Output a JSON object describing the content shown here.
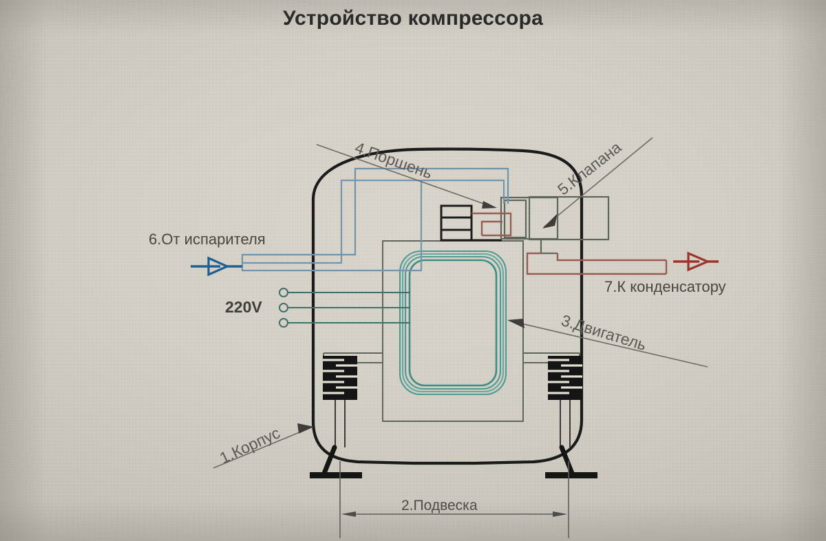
{
  "title": "Устройство компрессора",
  "labels": {
    "body": "1.Корпус",
    "suspension": "2.Подвеска",
    "motor": "3.Двигатель",
    "piston": "4.Поршень",
    "valves": "5.Клапана",
    "from_evaporator": "6.От испарителя",
    "to_condenser": "7.К конденсатору",
    "voltage": "220V"
  },
  "colors": {
    "background": "#d8d4ca",
    "title_text": "#232323",
    "label_text": "#4b4a47",
    "shell_outline": "#1b1b1b",
    "suction_tube": "#6f93ab",
    "suction_arrow": "#1f5f93",
    "discharge_tube": "#9a5a52",
    "discharge_arrow": "#9b342b",
    "motor_coil": "#4e9a93",
    "frame_line": "#5a6359",
    "spring_fill": "#151515",
    "dimension_line": "#5d5c58"
  },
  "icons": {
    "inlet_arrow": "arrow-right-icon",
    "outlet_arrow": "arrow-right-icon",
    "dimension_arrow_left": "arrow-left-icon",
    "dimension_arrow_right": "arrow-right-icon"
  },
  "parts": {
    "shell": "compressor-shell",
    "motor": "motor-winding",
    "piston": "piston-cylinder",
    "valve_block": "valve-block",
    "springs": [
      "spring-left",
      "spring-right"
    ],
    "feet": [
      "foot-left",
      "foot-right"
    ],
    "terminals": 3
  }
}
